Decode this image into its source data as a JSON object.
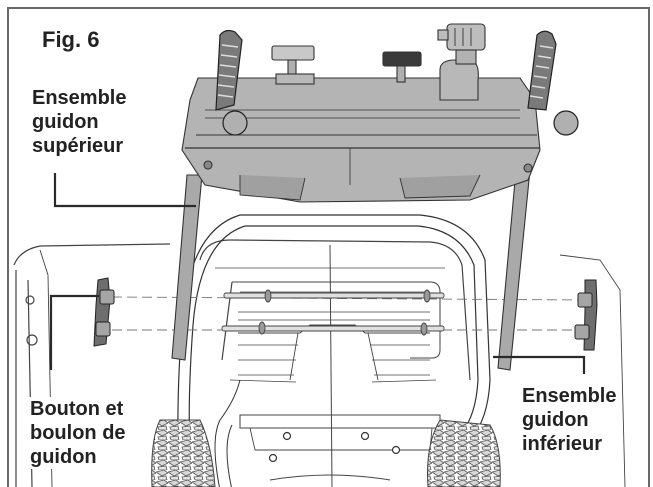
{
  "figure": {
    "title": "Fig. 6",
    "colors": {
      "line": "#2a2a2a",
      "part_fill": "#a9a9a9",
      "part_fill_light": "#c8c8c8",
      "frame": "#6a6a6a",
      "background": "#ffffff"
    }
  },
  "labels": {
    "upper_handle": {
      "line1": "Ensemble",
      "line2": "guidon",
      "line3": "supérieur"
    },
    "knob_bolt": {
      "line1": "Bouton et",
      "line2": "boulon de",
      "line3": "guidon"
    },
    "lower_handle": {
      "line1": "Ensemble",
      "line2": "guidon",
      "line3": "inférieur"
    }
  },
  "parts": [
    "upper-handle-assembly",
    "lower-handle-assembly",
    "handle-knob-and-bolt-left",
    "handle-knob-and-bolt-right",
    "control-levers",
    "chute-crank",
    "hand-grips",
    "tires",
    "engine-housing"
  ]
}
